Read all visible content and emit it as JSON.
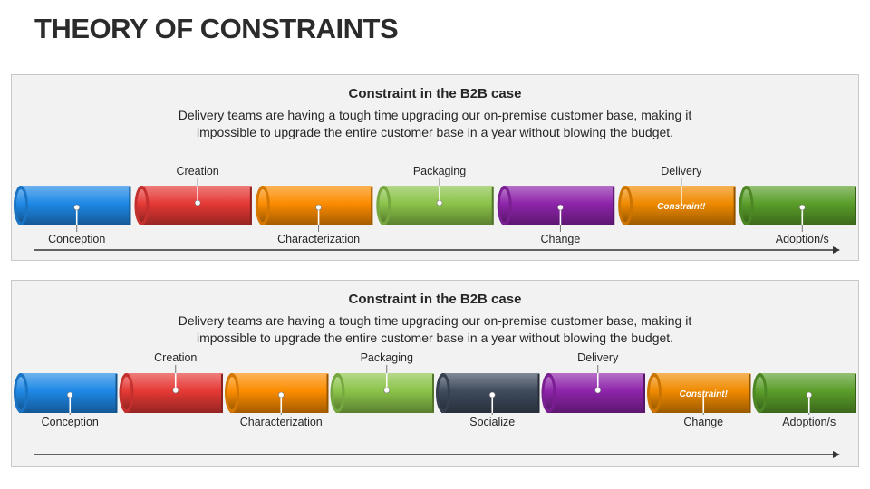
{
  "page": {
    "title": "THEORY OF CONSTRAINTS"
  },
  "panels": [
    {
      "heading": "Constraint in the B2B case",
      "body_line1": "Delivery teams are having a tough time upgrading our on-premise customer base, making it",
      "body_line2": "impossible to upgrade the entire customer base in a year without blowing the budget.",
      "segments": [
        {
          "color": "#1e88e5",
          "label": "Conception",
          "label_pos": "below"
        },
        {
          "color": "#e53935",
          "label": "Creation",
          "label_pos": "above"
        },
        {
          "color": "#fb8c00",
          "label": "Characterization",
          "label_pos": "below"
        },
        {
          "color": "#8bc34a",
          "label": "Packaging",
          "label_pos": "above"
        },
        {
          "color": "#8e24aa",
          "label": "Change",
          "label_pos": "below"
        },
        {
          "color": "#ef8a00",
          "label": "Delivery",
          "label_pos": "above",
          "inner_text": "Constraint!"
        },
        {
          "color": "#5a9e2a",
          "label": "Adoption/s",
          "label_pos": "below"
        }
      ]
    },
    {
      "heading": "Constraint in the B2B case",
      "body_line1": "Delivery teams are having a tough time upgrading our on-premise customer base, making it",
      "body_line2": "impossible to upgrade the entire customer base in a year without blowing the budget.",
      "segments": [
        {
          "color": "#1e88e5",
          "label": "Conception",
          "label_pos": "below"
        },
        {
          "color": "#e53935",
          "label": "Creation",
          "label_pos": "above"
        },
        {
          "color": "#fb8c00",
          "label": "Characterization",
          "label_pos": "below"
        },
        {
          "color": "#8bc34a",
          "label": "Packaging",
          "label_pos": "above"
        },
        {
          "color": "#3f4a5c",
          "label": "Socialize",
          "label_pos": "below"
        },
        {
          "color": "#8e24aa",
          "label": "Delivery",
          "label_pos": "above"
        },
        {
          "color": "#ef8a00",
          "label": "Change",
          "label_pos": "below",
          "inner_text": "Constraint!"
        },
        {
          "color": "#5a9e2a",
          "label": "Adoption/s",
          "label_pos": "below"
        }
      ]
    }
  ]
}
